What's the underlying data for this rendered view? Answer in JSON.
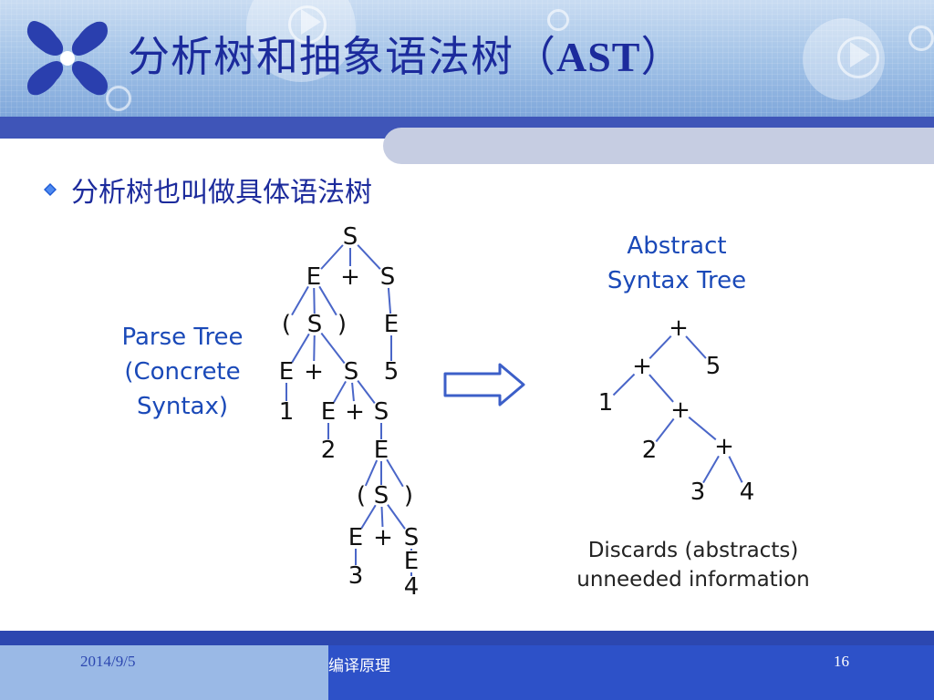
{
  "slide": {
    "title_cn": "分析树和抽象语法树（",
    "title_ast": "AST",
    "title_close": "）",
    "bullet": "分析树也叫做具体语法树"
  },
  "figure": {
    "parse_label": [
      "Parse Tree",
      "(Concrete",
      "Syntax)"
    ],
    "ast_label": [
      "Abstract",
      "Syntax Tree"
    ],
    "note": [
      "Discards (abstracts)",
      "unneeded information"
    ],
    "parse_tree_nodes": [
      "S",
      "E",
      "+",
      "S",
      "(",
      "S",
      ")",
      "E",
      "E",
      "+",
      "S",
      "5",
      "1",
      "E",
      "+",
      "S",
      "2",
      "E",
      "(",
      "S",
      ")",
      "E",
      "+",
      "S",
      "3",
      "E",
      "4"
    ],
    "ast_nodes": [
      "+",
      "+",
      "5",
      "1",
      "+",
      "2",
      "+",
      "3",
      "4"
    ]
  },
  "footer": {
    "date": "2014/9/5",
    "course": "编译原理",
    "page": "16"
  },
  "colors": {
    "title": "#1c2b9c",
    "diagram_label": "#1a49b8",
    "edge": "#4a66c8",
    "node_text": "#111111"
  }
}
